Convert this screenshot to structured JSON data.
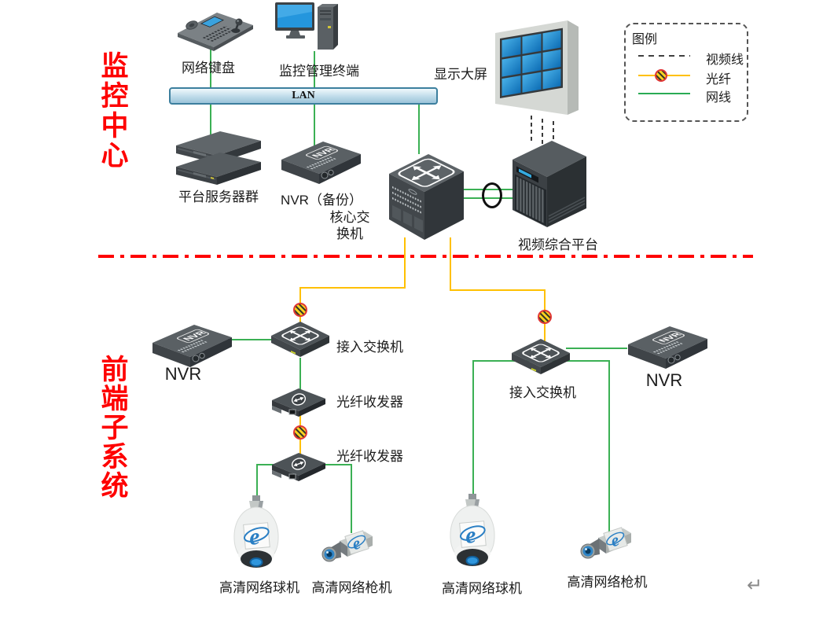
{
  "sections": {
    "monitoring_center": "监控中心",
    "frontend_subsystem": "前端子系统"
  },
  "lan_label": "LAN",
  "legend": {
    "title": "图例",
    "video_line": "视频线",
    "fiber": "光纤",
    "network_cable": "网线"
  },
  "devices": {
    "network_keyboard": "网络键盘",
    "mgmt_terminal": "监控管理终端",
    "display_wall": "显示大屏",
    "server_group": "平台服务器群",
    "nvr_backup": "NVR（备份）",
    "core_switch": "核心交换机",
    "video_platform": "视频综合平台",
    "nvr_left": "NVR",
    "access_switch_left": "接入交换机",
    "fiber_transceiver_1": "光纤收发器",
    "fiber_transceiver_2": "光纤收发器",
    "dome_left": "高清网络球机",
    "bullet_left": "高清网络枪机",
    "access_switch_right": "接入交换机",
    "nvr_right": "NVR",
    "dome_right": "高清网络球机",
    "bullet_right": "高清网络枪机",
    "nvr_device_text": "NVR",
    "camera_logo": "e"
  },
  "colors": {
    "fiber_line": "#FFC000",
    "network_line": "#3BB054",
    "video_line": "#3A3A3A",
    "divider": "#FF0000",
    "section_text": "#FF0000"
  },
  "misc": {
    "return_mark": "↵"
  }
}
